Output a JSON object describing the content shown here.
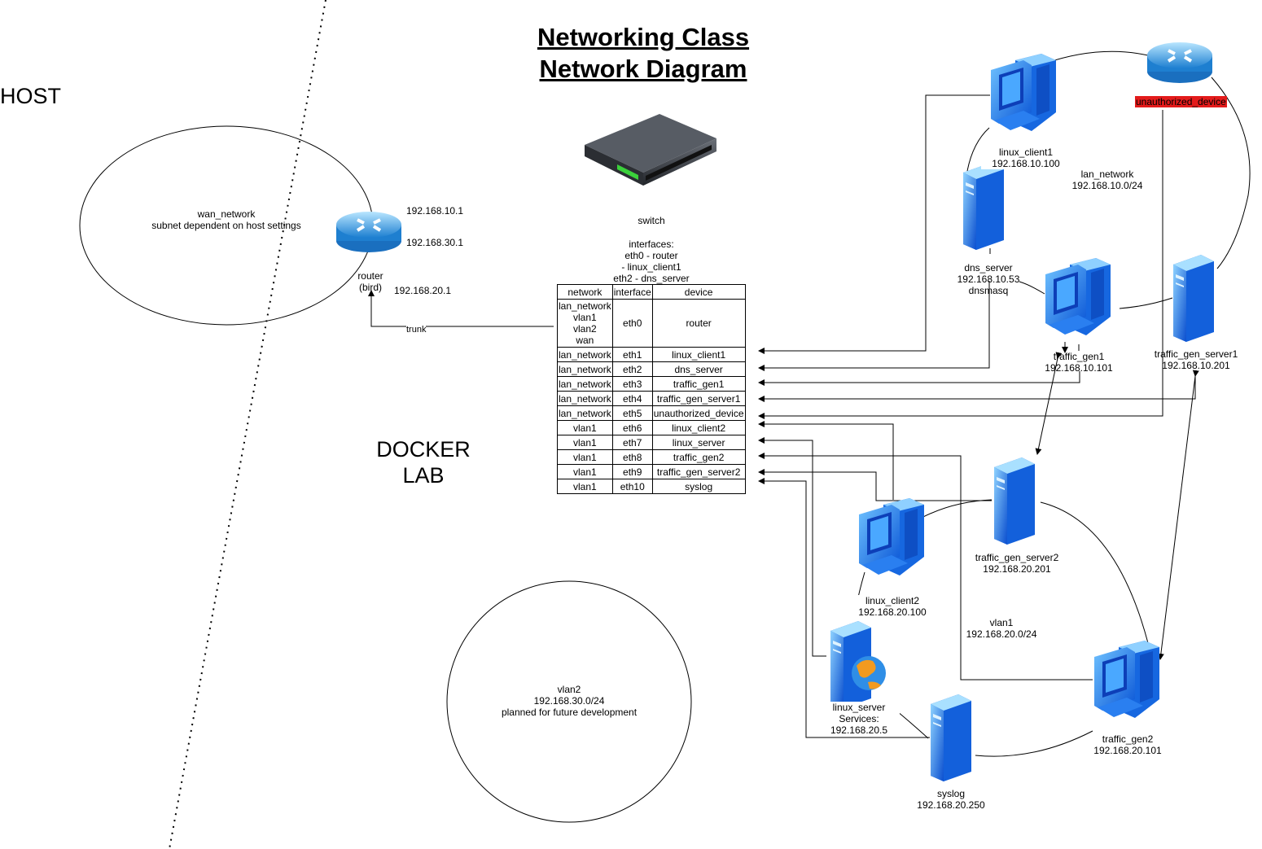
{
  "title_line1": "Networking Class",
  "title_line2": "Network Diagram",
  "host_label": "HOST",
  "docker_lab_line1": "DOCKER",
  "docker_lab_line2": "LAB",
  "wan": {
    "name": "wan_network",
    "desc": "subnet dependent on host settings"
  },
  "router": {
    "name": "router",
    "sub": "(bird)",
    "ips": [
      "192.168.10.1",
      "192.168.30.1",
      "192.168.20.1"
    ],
    "trunk": "trunk"
  },
  "switch": {
    "name": "switch",
    "interfaces_title": "interfaces:",
    "interfaces": [
      "eth0 - router",
      "- linux_client1",
      "eth2 - dns_server"
    ]
  },
  "ports_table": {
    "headers": [
      "network",
      "interface",
      "device"
    ],
    "first_row": {
      "networks": [
        "lan_network",
        "vlan1",
        "vlan2",
        "wan"
      ],
      "interface": "eth0",
      "device": "router"
    },
    "rows": [
      {
        "network": "lan_network",
        "interface": "eth1",
        "device": "linux_client1"
      },
      {
        "network": "lan_network",
        "interface": "eth2",
        "device": "dns_server"
      },
      {
        "network": "lan_network",
        "interface": "eth3",
        "device": "traffic_gen1"
      },
      {
        "network": "lan_network",
        "interface": "eth4",
        "device": "traffic_gen_server1"
      },
      {
        "network": "lan_network",
        "interface": "eth5",
        "device": "unauthorized_device"
      },
      {
        "network": "vlan1",
        "interface": "eth6",
        "device": "linux_client2"
      },
      {
        "network": "vlan1",
        "interface": "eth7",
        "device": "linux_server"
      },
      {
        "network": "vlan1",
        "interface": "eth8",
        "device": "traffic_gen2"
      },
      {
        "network": "vlan1",
        "interface": "eth9",
        "device": "traffic_gen_server2"
      },
      {
        "network": "vlan1",
        "interface": "eth10",
        "device": "syslog"
      }
    ]
  },
  "lan": {
    "name": "lan_network",
    "subnet": "192.168.10.0/24"
  },
  "vlan1": {
    "name": "vlan1",
    "subnet": "192.168.20.0/24"
  },
  "vlan2": {
    "name": "vlan2",
    "subnet": "192.168.30.0/24",
    "desc": "planned for future development"
  },
  "nodes": {
    "linux_client1": {
      "name": "linux_client1",
      "ip": "192.168.10.100"
    },
    "dns_server": {
      "name": "dns_server",
      "ip": "192.168.10.53",
      "extra": "dnsmasq"
    },
    "traffic_gen1": {
      "name": "traffic_gen1",
      "ip": "192.168.10.101"
    },
    "traffic_gen_server1": {
      "name": "traffic_gen_server1",
      "ip": "192.168.10.201"
    },
    "unauthorized_device": {
      "name": "unauthorized_device"
    },
    "linux_client2": {
      "name": "linux_client2",
      "ip": "192.168.20.100"
    },
    "traffic_gen_server2": {
      "name": "traffic_gen_server2",
      "ip": "192.168.20.201"
    },
    "linux_server": {
      "name": "linux_server",
      "extra": "Services:",
      "ip": "192.168.20.5"
    },
    "syslog": {
      "name": "syslog",
      "ip": "192.168.20.250"
    },
    "traffic_gen2": {
      "name": "traffic_gen2",
      "ip": "192.168.20.101"
    }
  },
  "colors": {
    "unauthorized_bg": "#e31b1b",
    "device_blue": "#1f7bf0",
    "router_blue": "#2b8fd8"
  }
}
